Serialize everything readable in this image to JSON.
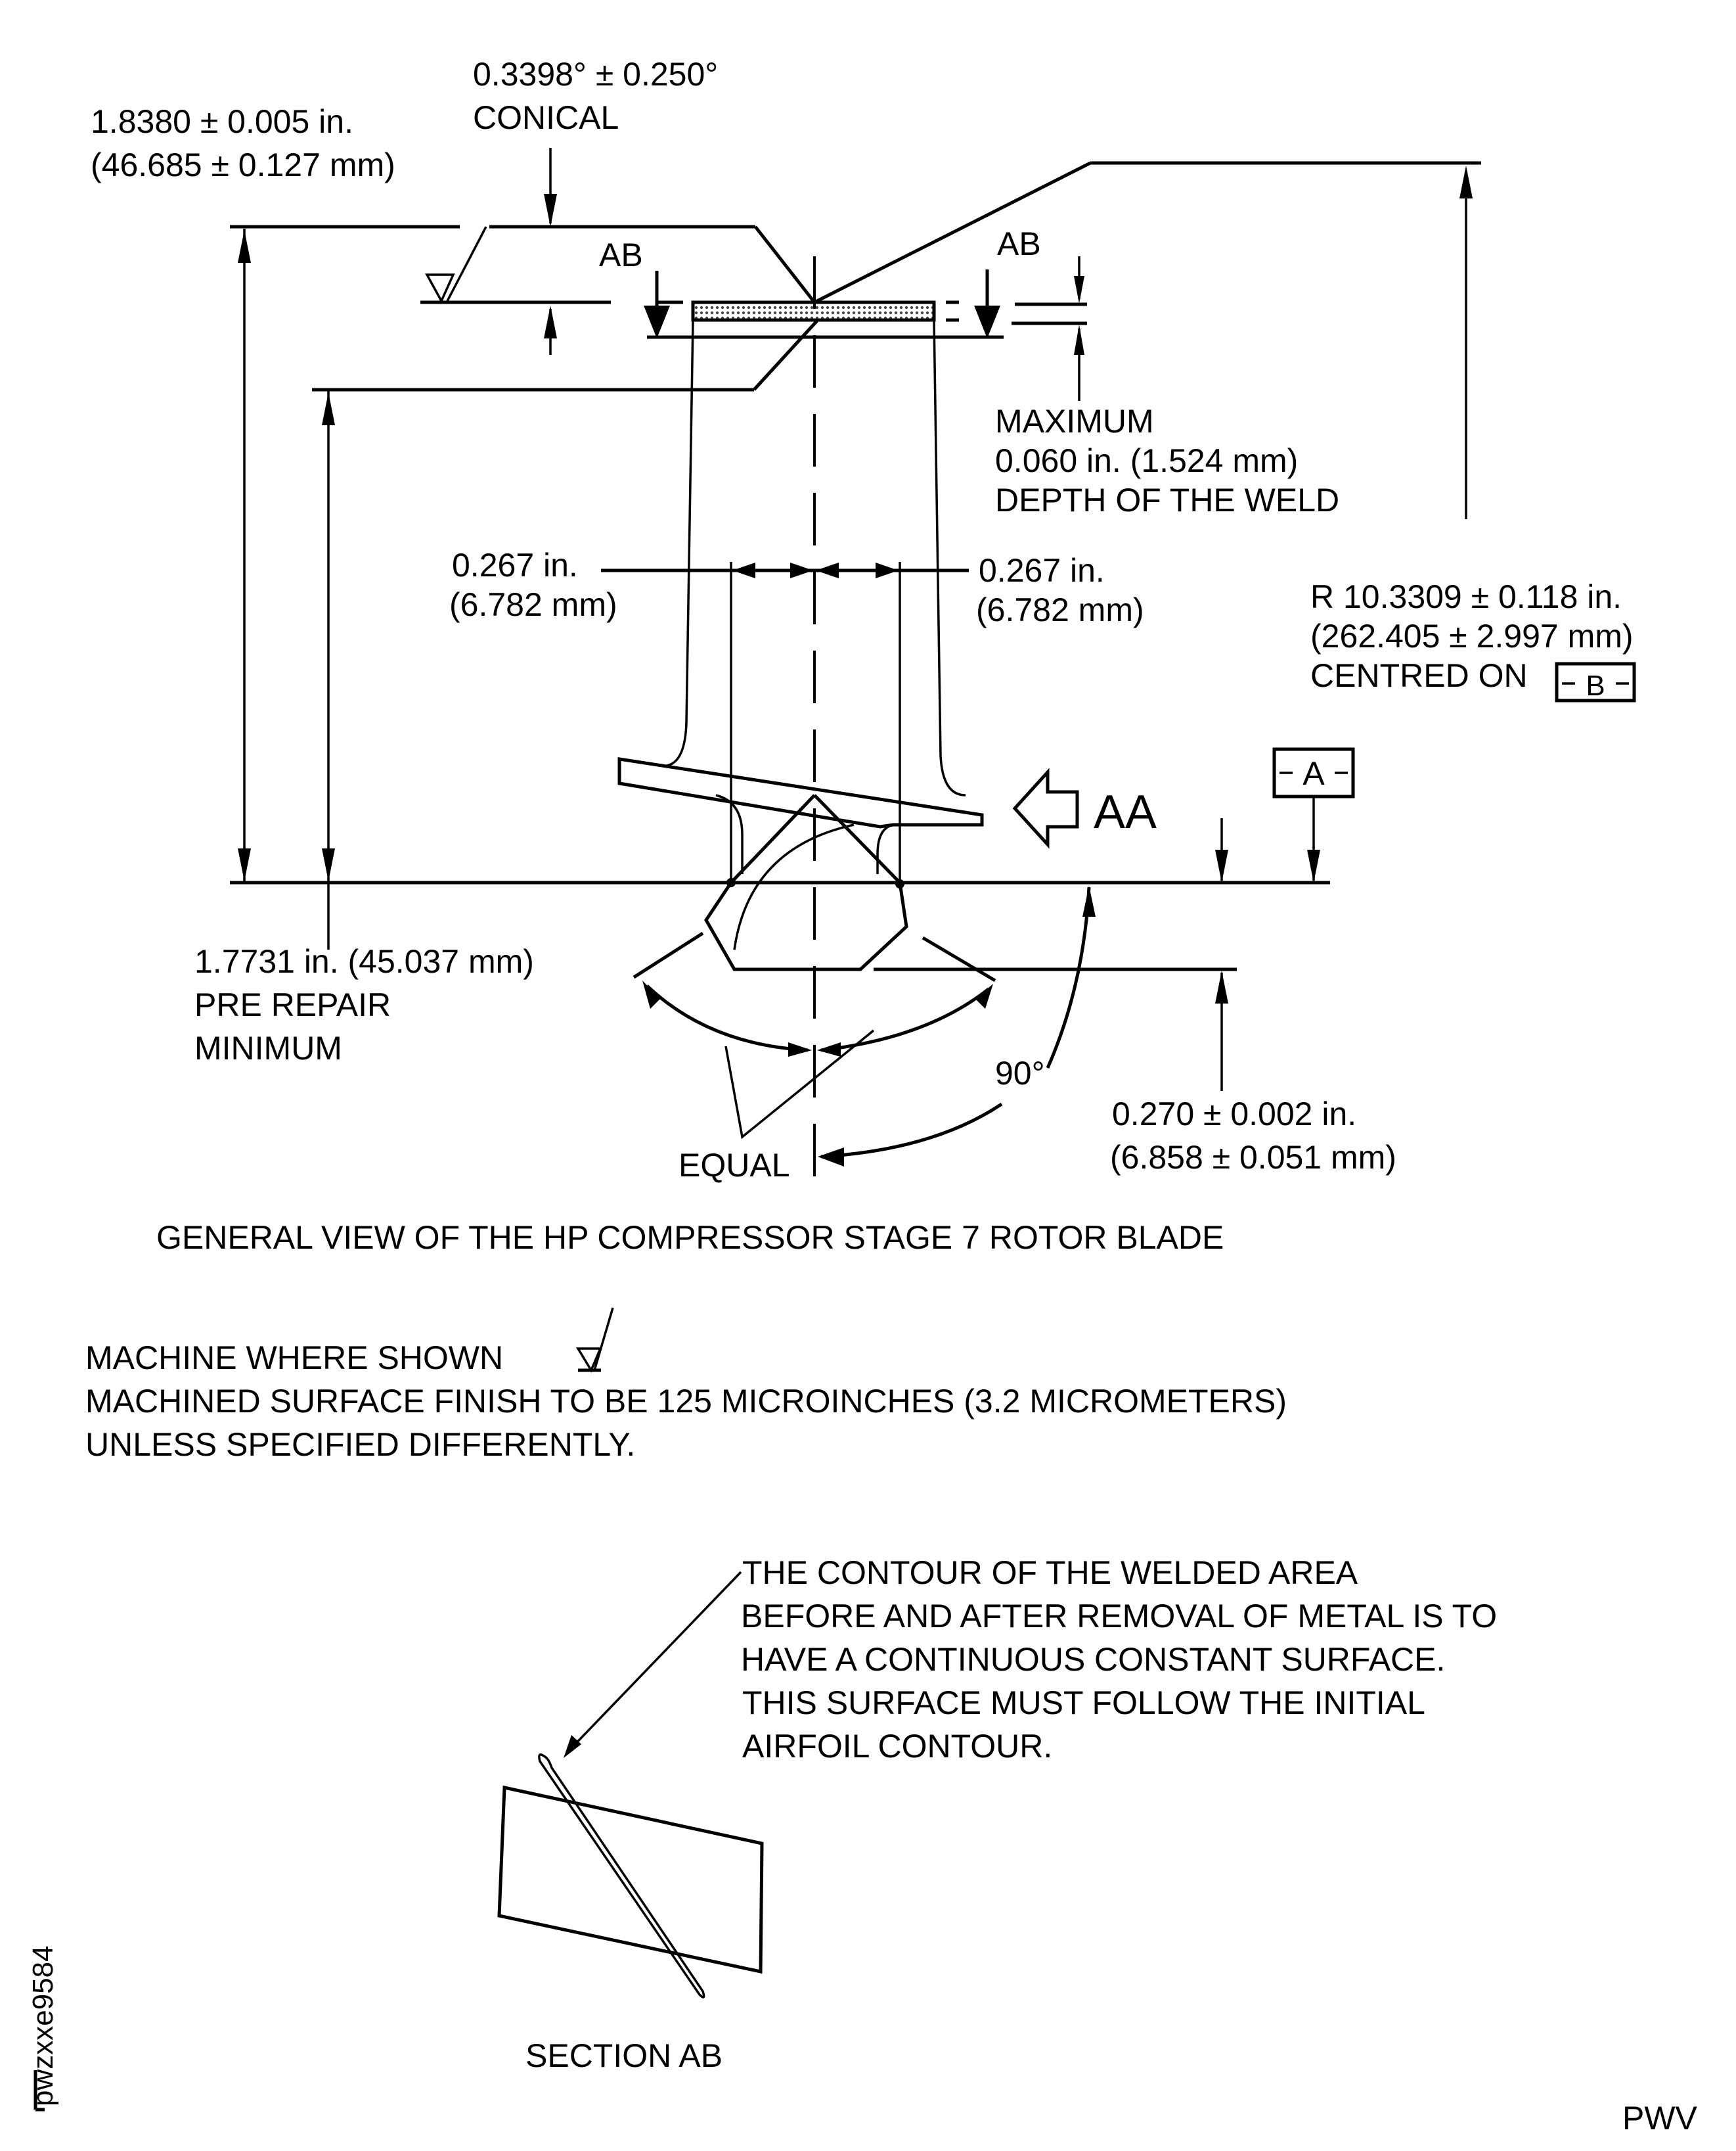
{
  "drawing": {
    "title": "GENERAL VIEW OF THE HP COMPRESSOR STAGE 7 ROTOR BLADE",
    "section_title": "SECTION AB",
    "figure_id": "pwzxxe9584",
    "publisher_mark": "PWV"
  },
  "dimensions": {
    "cone_angle": {
      "line1": "0.3398° ± 0.250°",
      "line2": "CONICAL"
    },
    "height_overall": {
      "line1": "1.8380 ± 0.005 in.",
      "line2": "(46.685 ± 0.127 mm)"
    },
    "weld_depth": {
      "line1": "MAXIMUM",
      "line2": "0.060 in. (1.524 mm)",
      "line3": "DEPTH OF THE WELD"
    },
    "half_width_left": {
      "line1": "0.267 in.",
      "line2": "(6.782 mm)"
    },
    "half_width_right": {
      "line1": "0.267 in.",
      "line2": "(6.782 mm)"
    },
    "radius": {
      "line1": "R 10.3309 ± 0.118 in.",
      "line2": "(262.405 ± 2.997 mm)",
      "line3": "CENTRED ON",
      "datum": "B"
    },
    "pre_repair_min": {
      "line1": "1.7731 in. (45.037 mm)",
      "line2": "PRE REPAIR",
      "line3": "MINIMUM"
    },
    "root_offset": {
      "line1": "0.270 ± 0.002 in.",
      "line2": "(6.858 ± 0.051 mm)"
    },
    "angle": "90°",
    "equal_label": "EQUAL"
  },
  "labels": {
    "section_cut_left": "AB",
    "section_cut_right": "AB",
    "view_arrow": "AA",
    "datum_a": "A"
  },
  "notes": {
    "machine_line1": "MACHINE WHERE SHOWN",
    "machine_line2": "MACHINED SURFACE FINISH TO BE 125 MICROINCHES (3.2 MICROMETERS)",
    "machine_line3": "UNLESS SPECIFIED DIFFERENTLY.",
    "contour_line1": "THE CONTOUR OF THE WELDED AREA",
    "contour_line2": "BEFORE AND AFTER REMOVAL OF METAL IS TO",
    "contour_line3": "HAVE A CONTINUOUS CONSTANT SURFACE.",
    "contour_line4": "THIS SURFACE MUST FOLLOW THE INITIAL",
    "contour_line5": "AIRFOIL CONTOUR."
  }
}
